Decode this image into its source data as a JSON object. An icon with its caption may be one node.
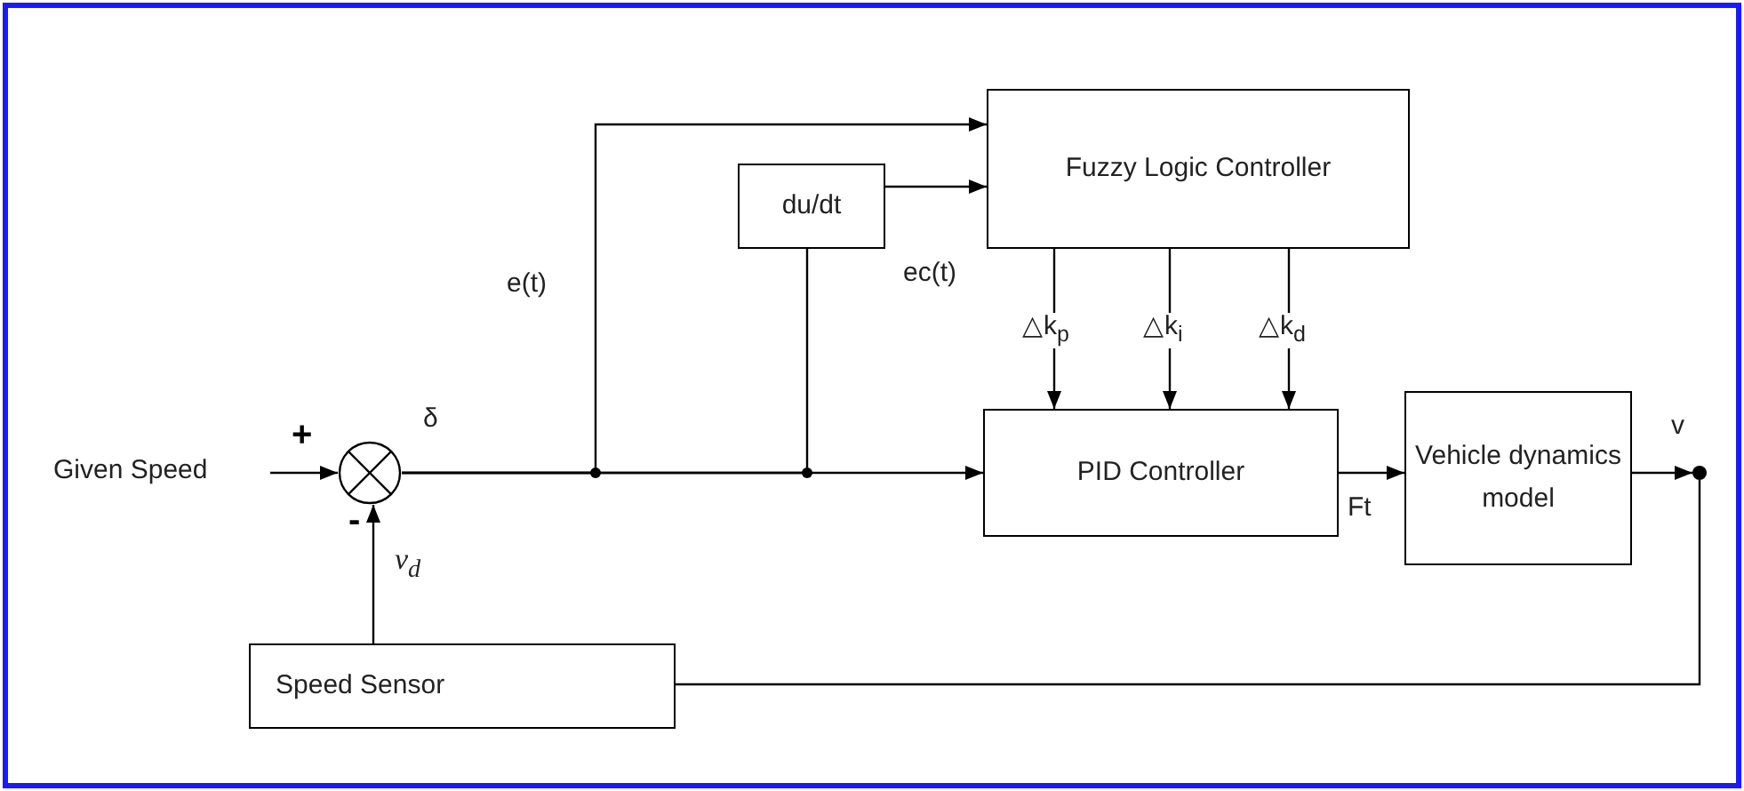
{
  "diagram": {
    "nodes": [
      {
        "text": [
          "Given Speed"
        ]
      },
      {
        "text": [],
        "shape": "circle"
      },
      {
        "text": [
          "du/dt"
        ]
      },
      {
        "text": [
          "Fuzzy Logic Controller"
        ]
      },
      {
        "text": [
          "PID Controller"
        ]
      },
      {
        "text": [
          "Vehicle dynamics model"
        ]
      },
      {
        "text": [],
        "shape": "dot"
      },
      {
        "text": [
          "Speed Sensor"
        ]
      }
    ],
    "edges": [
      {
        "from": 0,
        "to": 1,
        "arrow": "to"
      },
      {
        "from": 1,
        "to": 4,
        "arrow": "to",
        "label": "δ"
      },
      {
        "from": 1,
        "to": 3,
        "arrow": "to",
        "label": "e(t)"
      },
      {
        "from": 1,
        "to": 2,
        "arrow": "none"
      },
      {
        "from": 2,
        "to": 3,
        "arrow": "to",
        "label": "ec(t)"
      },
      {
        "from": 3,
        "to": 4,
        "arrow": "to",
        "label": "△k$_{p}$"
      },
      {
        "from": 3,
        "to": 4,
        "arrow": "to",
        "label": "△k$_{i}$"
      },
      {
        "from": 3,
        "to": 4,
        "arrow": "to",
        "label": "△k$_{d}$"
      },
      {
        "from": 4,
        "to": 5,
        "arrow": "to",
        "label": "Ft"
      },
      {
        "from": 5,
        "to": 6,
        "arrow": "to",
        "label": "v"
      },
      {
        "from": 6,
        "to": 7,
        "arrow": "none"
      },
      {
        "from": 7,
        "to": 1,
        "arrow": "to",
        "label": "v$_{d}$"
      }
    ],
    "labels": [
      "+",
      "-"
    ]
  }
}
